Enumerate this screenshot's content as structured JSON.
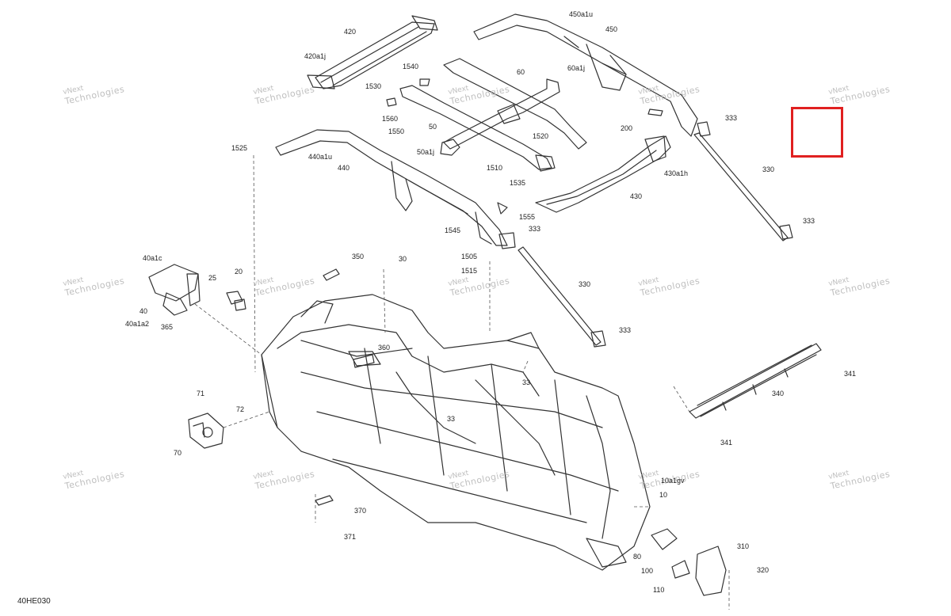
{
  "diagram_code": "40HE030",
  "watermark": {
    "line1": "vNext",
    "line2": "Technologies"
  },
  "highlight_color": "#e02020",
  "parts": {
    "p420": "420",
    "p420a1j": "420a1j",
    "p450a1u": "450a1u",
    "p450": "450",
    "p60": "60",
    "p60a1j": "60a1j",
    "p1540": "1540",
    "p1530": "1530",
    "p1560": "1560",
    "p1550": "1550",
    "p50": "50",
    "p1520": "1520",
    "p50a1j": "50a1j",
    "p1510": "1510",
    "p200": "200",
    "p333a": "333",
    "p1525": "1525",
    "p440a1u": "440a1u",
    "p440": "440",
    "p430a1h": "430a1h",
    "p330a": "330",
    "p430": "430",
    "p1535": "1535",
    "p333b": "333",
    "p1555": "1555",
    "p333c": "333",
    "p1545": "1545",
    "p350": "350",
    "p30": "30",
    "p1505": "1505",
    "p1515": "1515",
    "p40a1c": "40a1c",
    "p25": "25",
    "p20": "20",
    "p330b": "330",
    "p40": "40",
    "p40a1a2": "40a1a2",
    "p365": "365",
    "p333d": "333",
    "p360": "360",
    "p341a": "341",
    "p33a": "33",
    "p71": "71",
    "p72": "72",
    "p340": "340",
    "p33b": "33",
    "p70": "70",
    "p341b": "341",
    "p10a1gv": "10a1gv",
    "p10": "10",
    "p370": "370",
    "p371": "371",
    "p310": "310",
    "p80": "80",
    "p100": "100",
    "p320": "320",
    "p110": "110"
  }
}
